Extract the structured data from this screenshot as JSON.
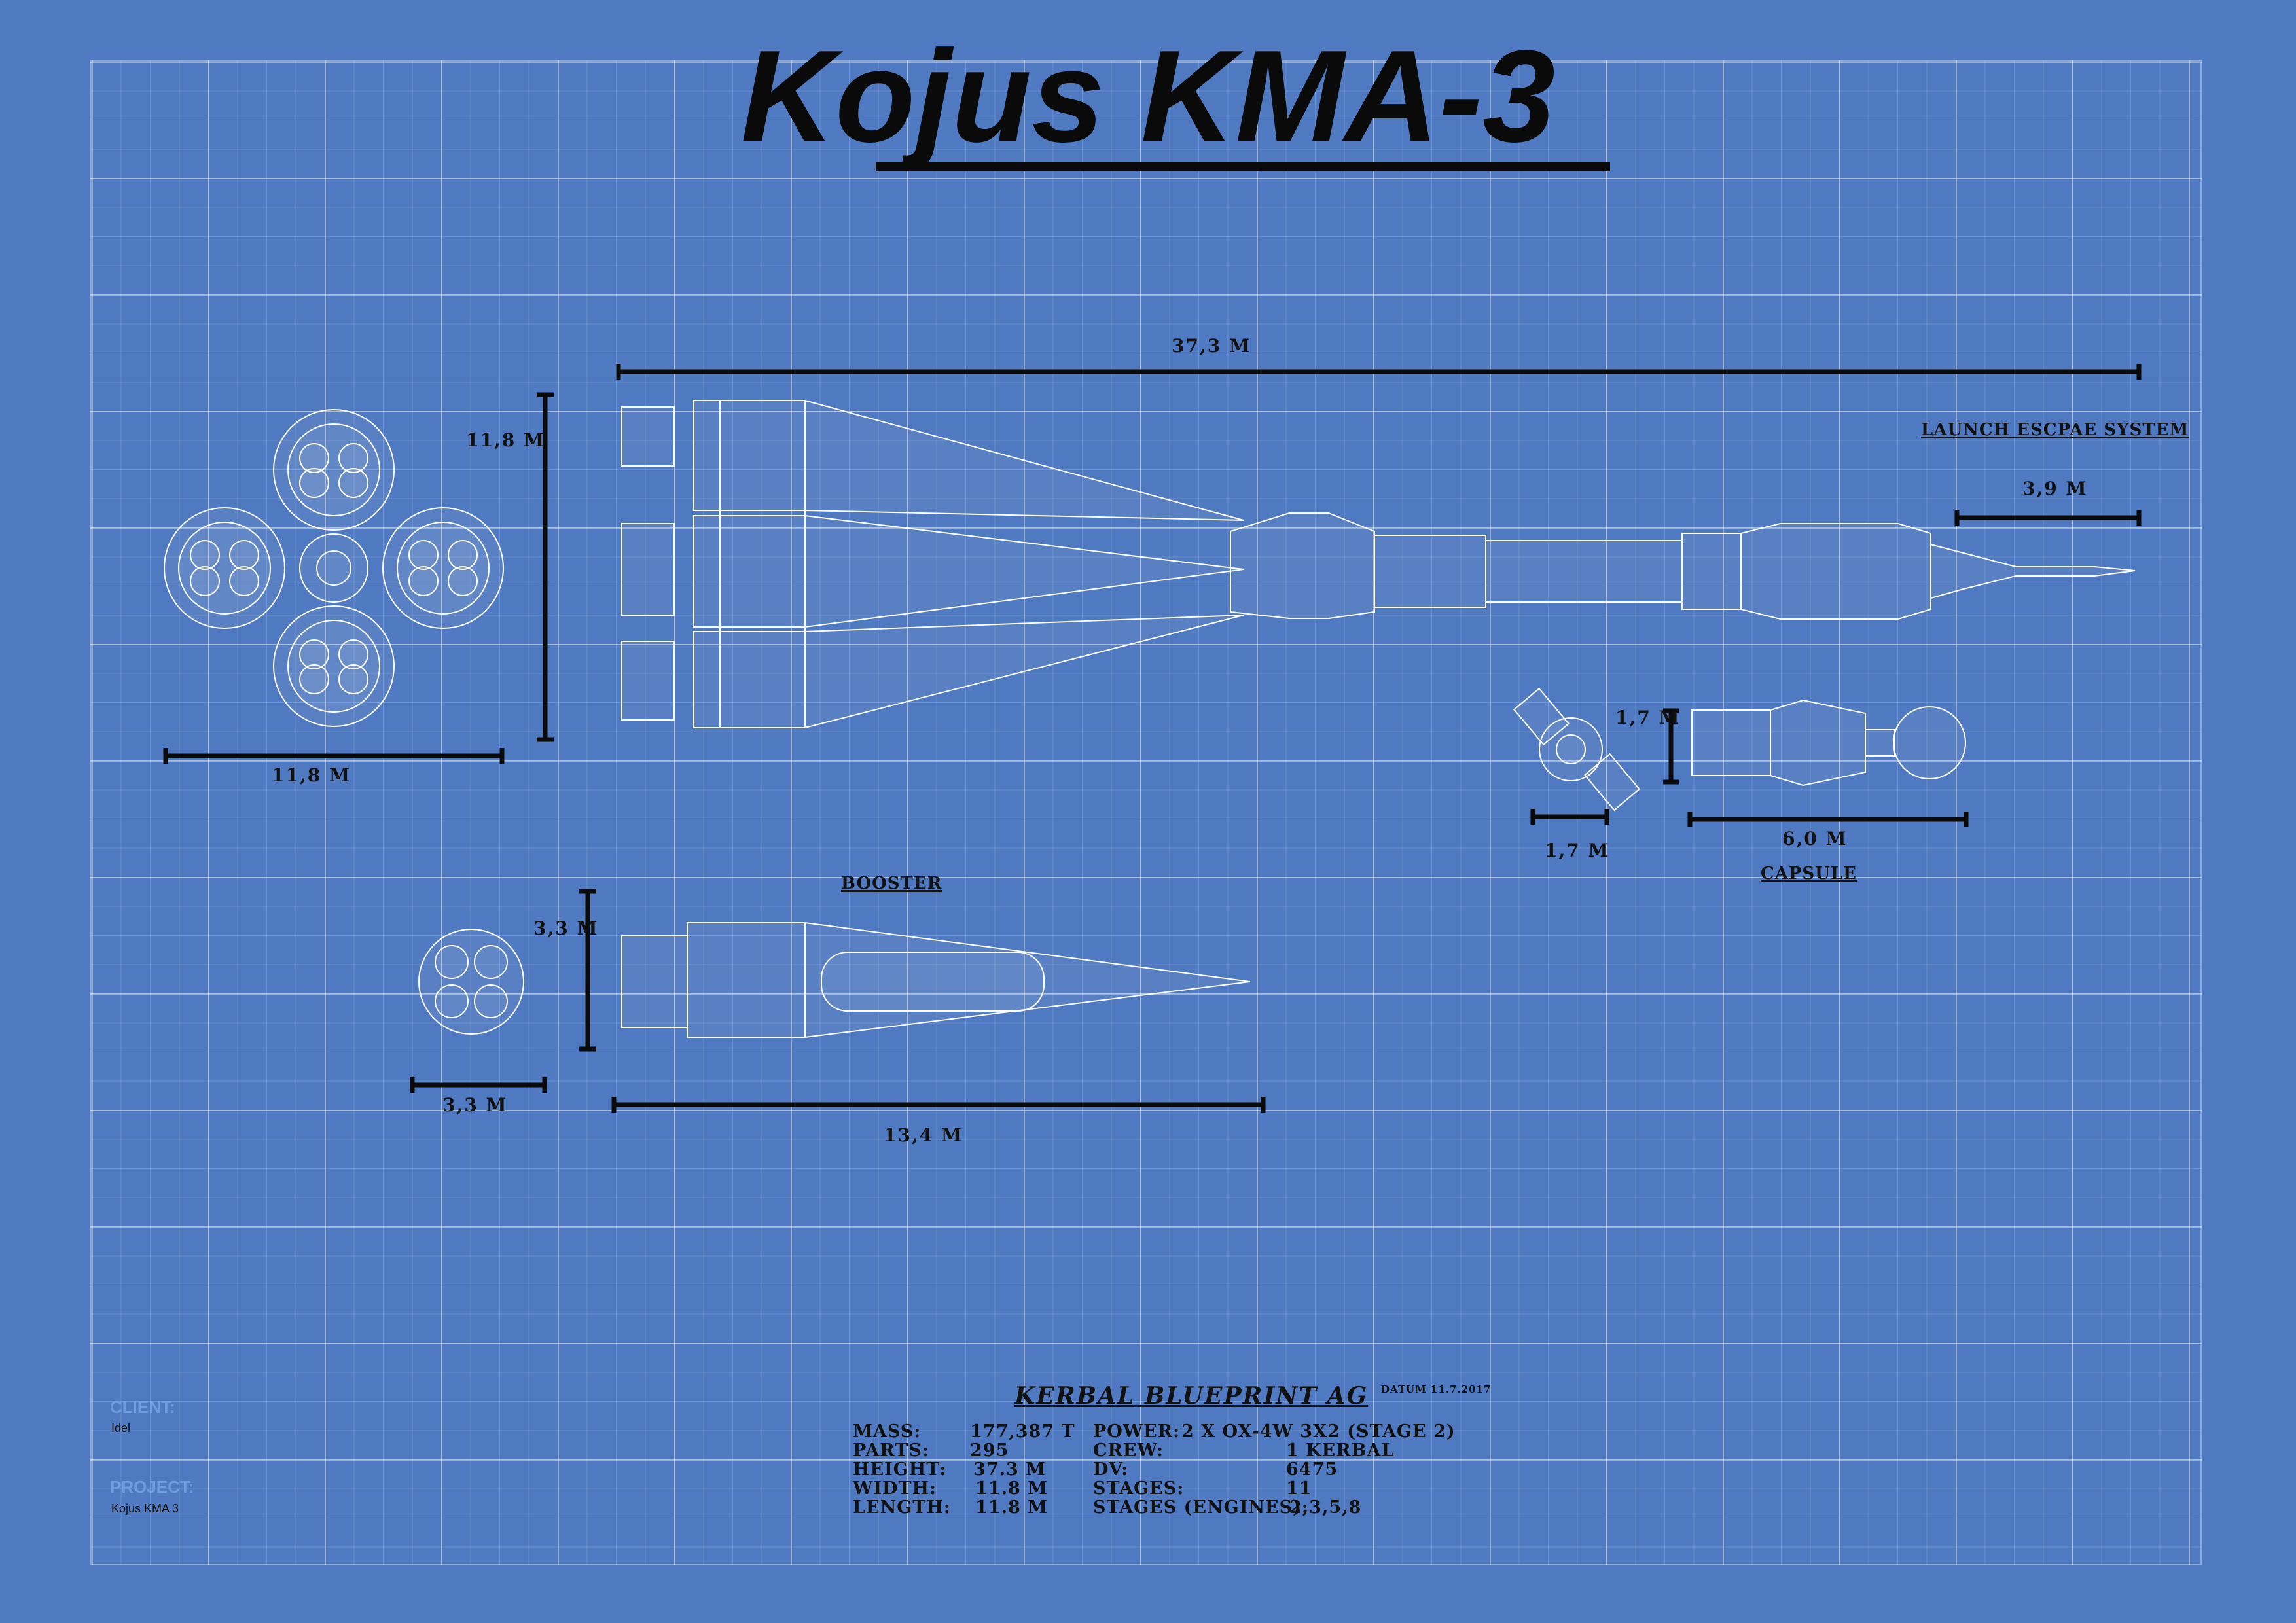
{
  "title": "Kojus KMA-3",
  "dimensions": {
    "total_length": "37,3 M",
    "total_height": "11,8 M",
    "total_width": "11,8 M",
    "les_length": "3,9 M",
    "capsule_height": "1,7 M",
    "capsule_width_side": "1,7 M",
    "capsule_length": "6,0 M",
    "booster_height": "3,3 M",
    "booster_width": "3,3 M",
    "booster_length": "13,4 M"
  },
  "labels": {
    "les": "LAUNCH ESCPAE SYSTEM",
    "booster": "BOOSTER",
    "capsule": "CAPSULE"
  },
  "meta": {
    "client_label": "CLIENT:",
    "client_value": "Idel",
    "project_label": "PROJECT:",
    "project_value": "Kojus KMA 3"
  },
  "company": "KERBAL BLUEPRINT AG",
  "datum": "DATUM 11.7.2017",
  "specs": {
    "mass_label": "MASS:",
    "mass_value": "177,387 T",
    "parts_label": "PARTS:",
    "parts_value": "295",
    "height_label": "HEIGHT:",
    "height_value": "37.3 M",
    "width_label": "WIDTH:",
    "width_value": "11.8 M",
    "length_label": "LENGTH:",
    "length_value": "11.8 M",
    "power_label": "POWER:",
    "power_value": "2 X OX-4W 3X2 (STAGE 2)",
    "crew_label": "CREW:",
    "crew_value": "1 KERBAL",
    "dv_label": "DV:",
    "dv_value": "6475",
    "stages_label": "STAGES:",
    "stages_value": "11",
    "stages_engines_label": "STAGES (ENGINES):",
    "stages_engines_value": "2,3,5,8"
  }
}
